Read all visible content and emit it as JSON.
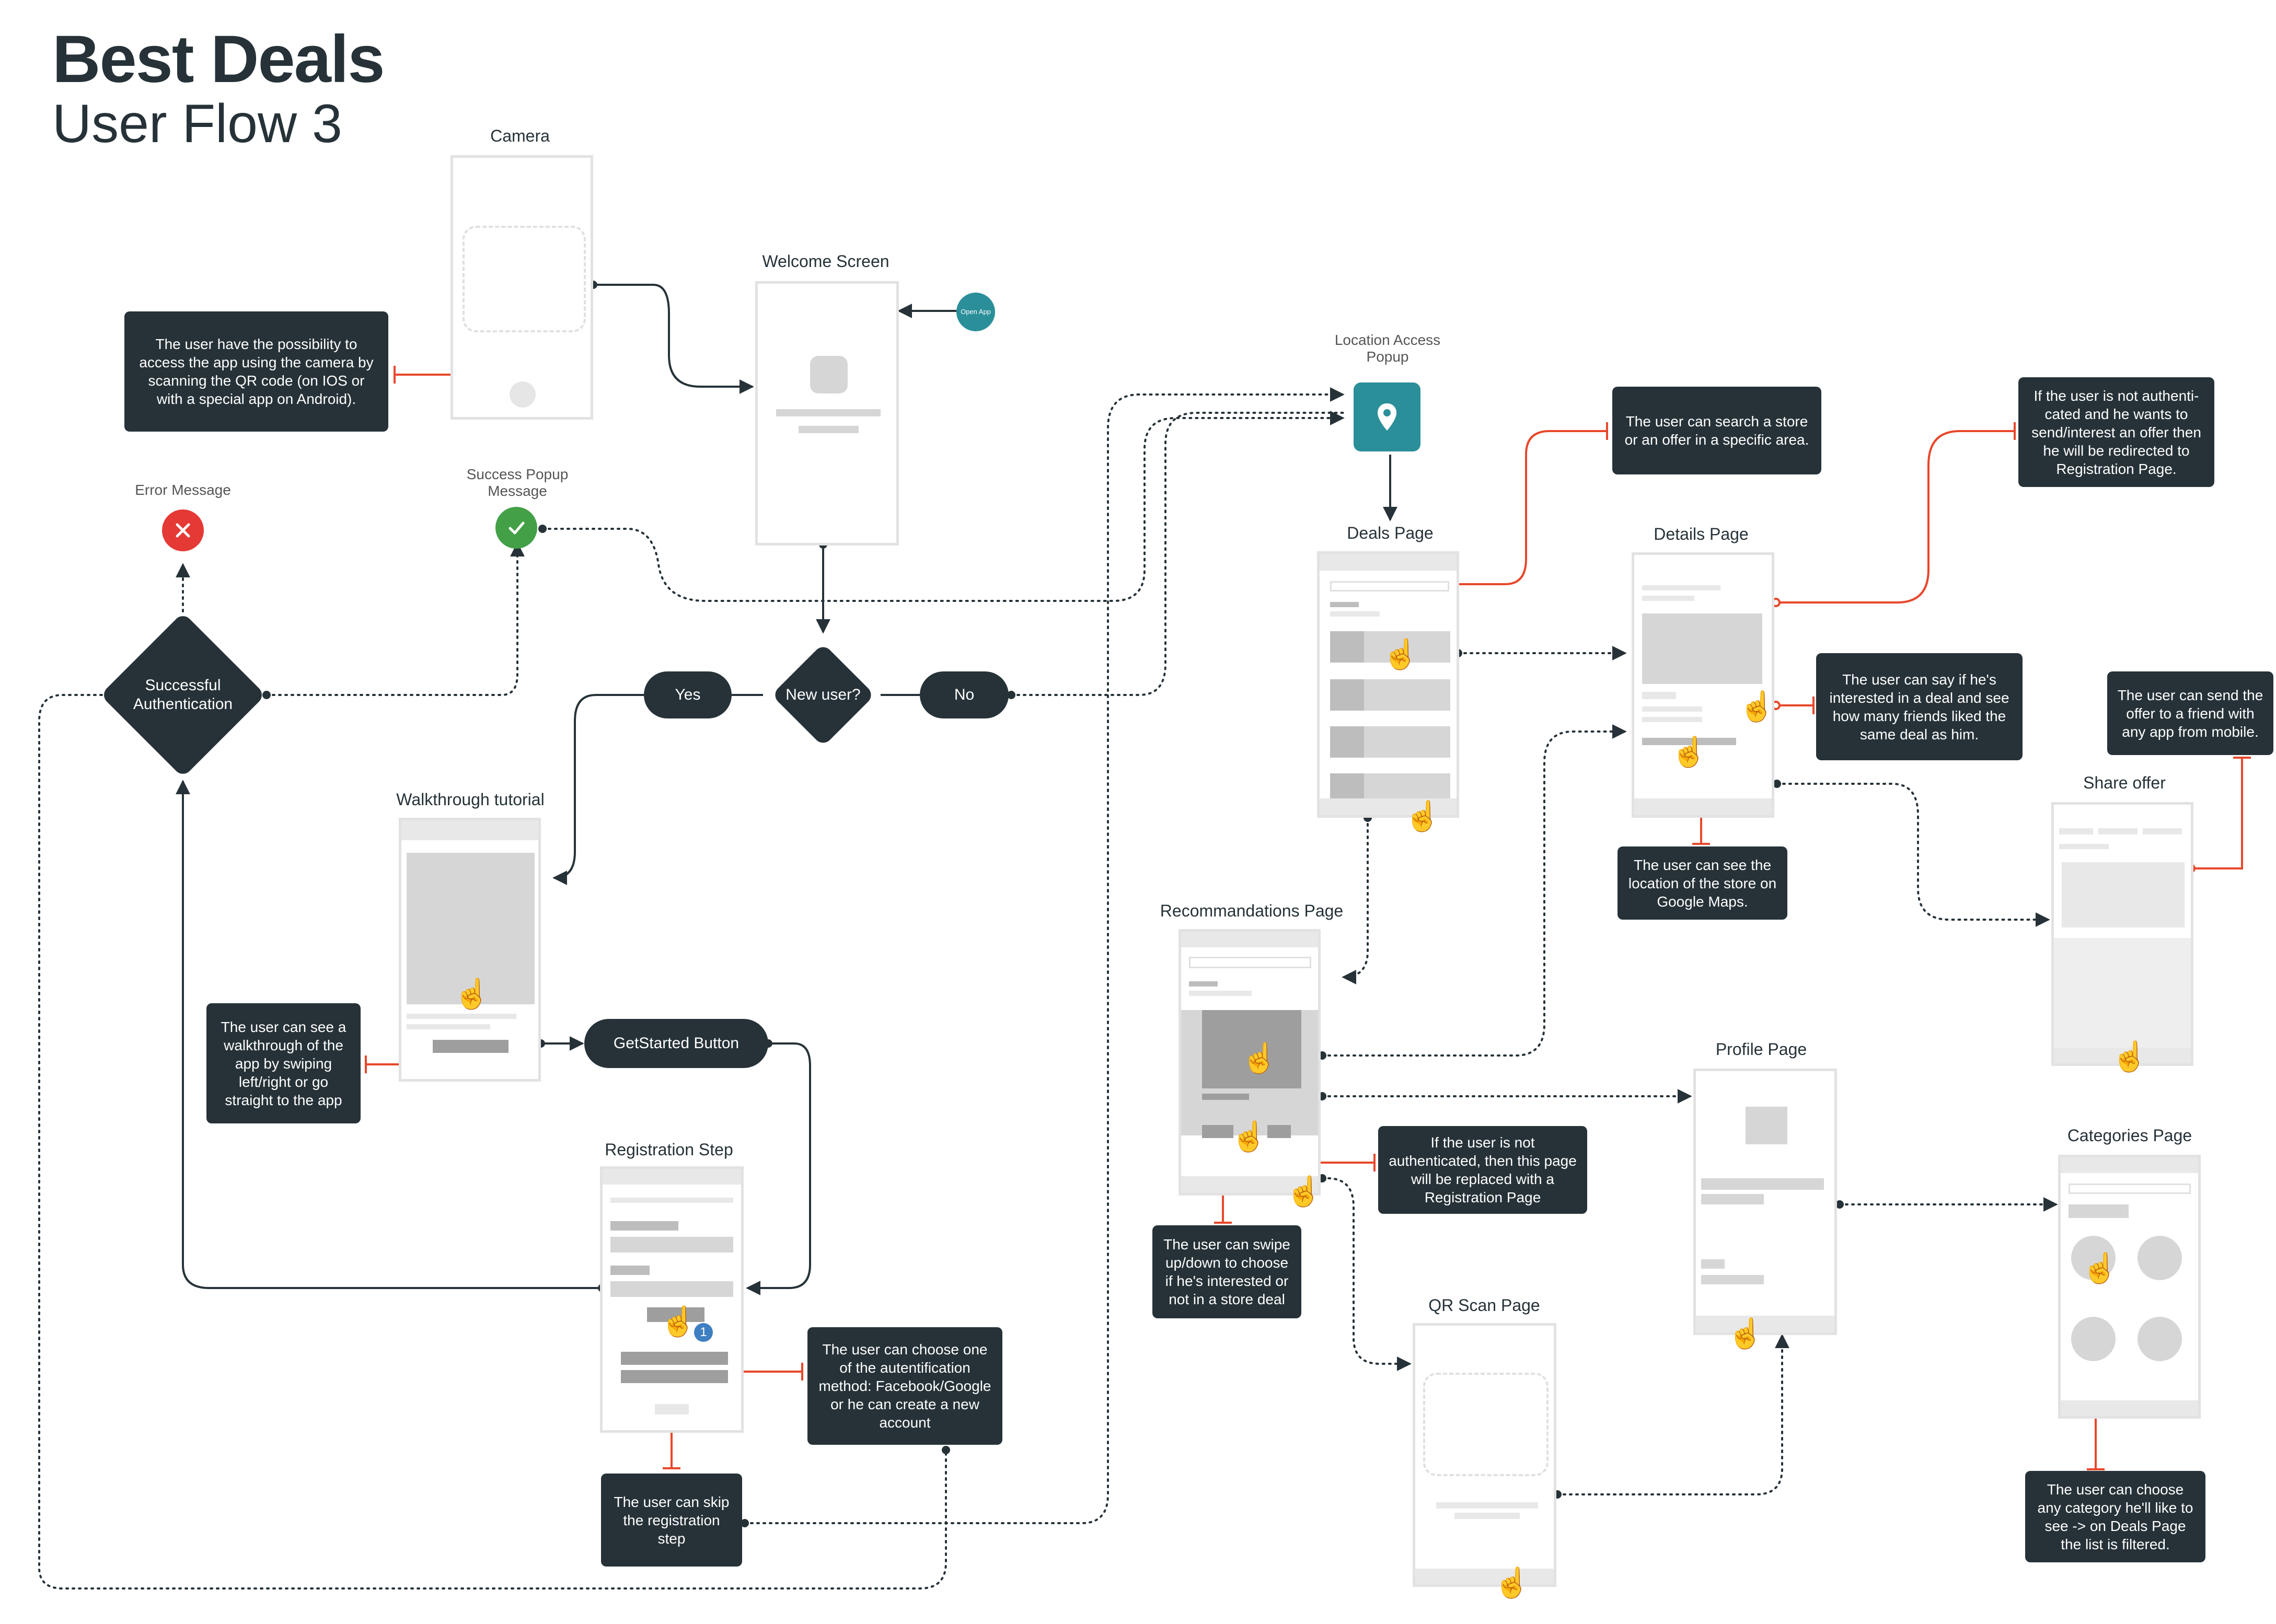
{
  "header": {
    "title": "Best Deals",
    "subtitle": "User Flow 3"
  },
  "screens": {
    "camera": "Camera",
    "welcome": "Welcome Screen",
    "location_popup": "Location Access Popup",
    "deals": "Deals Page",
    "details": "Details Page",
    "share": "Share offer",
    "recommendations": "Recommandations Page",
    "profile": "Profile Page",
    "categories": "Categories Page",
    "qr_scan": "QR Scan Page",
    "walkthrough": "Walkthrough tutorial",
    "registration": "Registration Step",
    "error": "Error Message",
    "success": "Success Popup Message"
  },
  "nodes": {
    "open_app": "Open App",
    "new_user": "New user?",
    "yes": "Yes",
    "no": "No",
    "successful_auth": "Successful Authentication",
    "get_started": "GetStarted Button",
    "badge_number": "1"
  },
  "notes": {
    "camera": "The user have the possibility to access the app using the camera by scanning the QR code (on IOS or with a special app on Android).",
    "walkthrough": "The user can see a walkthrough of the app by swiping left/right or go straight to the app",
    "registration_method": "The user can choose one of the autentification method: Facebook/Google or he can create a new account",
    "skip_registration": "The user can skip the registration step",
    "search": "The user can search a store or an offer in a specific area.",
    "not_authenticated_details": "If the user is not authenti-cated and he wants to send/interest an offer then he will be redirected to Registration Page.",
    "interested": "The user can say if he's interested in a deal and see how many friends liked the same deal as him.",
    "send_friend": "The user can send the offer to a friend with any app from mobile.",
    "google_maps": "The user can see the location of the store on Google Maps.",
    "not_authenticated_profile": "If the user is not authenticated, then this page will be replaced with a Registration Page",
    "swipe": "The user can swipe up/down to choose if he's interested or not in a store deal",
    "category": "The user can choose any category he'll like to see -> on Deals Page the list is filtered."
  },
  "colors": {
    "dark": "#263238",
    "annotation_line": "#e8472b",
    "teal": "#2a8f99",
    "error": "#e53935",
    "success": "#43a047",
    "badge": "#3e7fc1",
    "wire": "#e2e2e2"
  },
  "icons": {
    "error": "close-icon",
    "success": "check-icon",
    "location": "location-pin-icon",
    "tap": "hand-pointer-icon"
  }
}
